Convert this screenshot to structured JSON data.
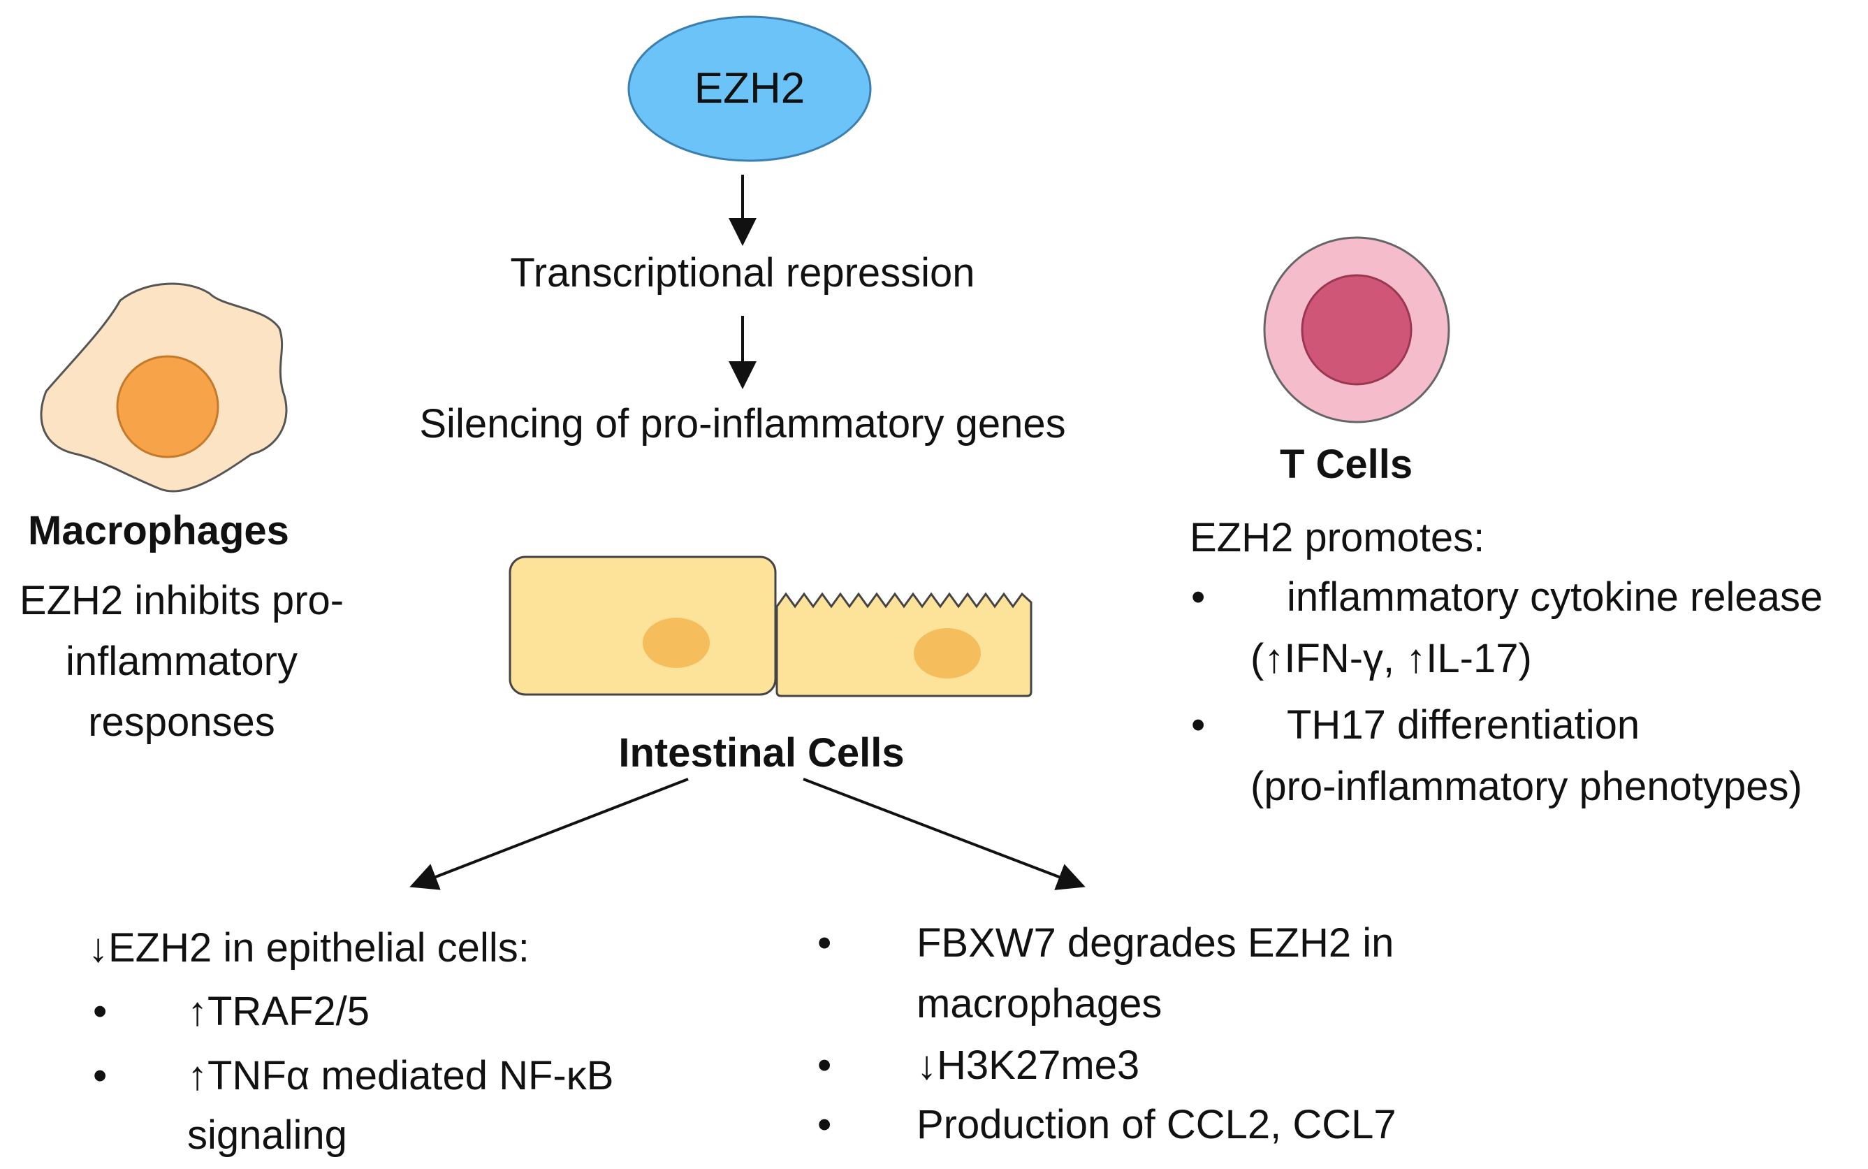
{
  "colors": {
    "ezh2_fill": "#6cc3f7",
    "macrophage_body": "#fbe3c4",
    "macrophage_nucleus": "#f6a34a",
    "tcell_outer": "#f5bccb",
    "tcell_inner": "#cf5676",
    "intestinal_cell": "#fde29a",
    "intestinal_nucleus": "#f5bd5c",
    "text": "#111111"
  },
  "icons": {
    "macrophage": "macrophage-cell-icon",
    "tcell": "t-cell-icon",
    "intestinal": "intestinal-cells-icon"
  },
  "top": {
    "ezh2_label": "EZH2",
    "step1": "Transcriptional repression",
    "step2": "Silencing of pro-inflammatory genes"
  },
  "macrophages": {
    "title": "Macrophages",
    "lines": [
      "EZH2 inhibits pro-",
      "inflammatory",
      "responses"
    ]
  },
  "tcells": {
    "title": "T Cells",
    "intro": "EZH2 promotes:",
    "items": [
      {
        "line1": "inflammatory cytokine release",
        "line2": "(↑IFN-γ, ↑IL-17)"
      },
      {
        "line1": "TH17 differentiation",
        "line2": "(pro-inflammatory phenotypes)"
      }
    ]
  },
  "intestinal": {
    "title": "Intestinal Cells",
    "left": {
      "intro": "↓EZH2 in epithelial cells:",
      "items": [
        {
          "line1": "↑TRAF2/5"
        },
        {
          "line1": "↑TNFα mediated NF-κB",
          "line2": "signaling"
        }
      ]
    },
    "right": {
      "items": [
        {
          "line1": "FBXW7 degrades EZH2 in",
          "line2": "macrophages"
        },
        {
          "line1": "↓H3K27me3"
        },
        {
          "line1": "Production of CCL2, CCL7"
        }
      ]
    }
  }
}
